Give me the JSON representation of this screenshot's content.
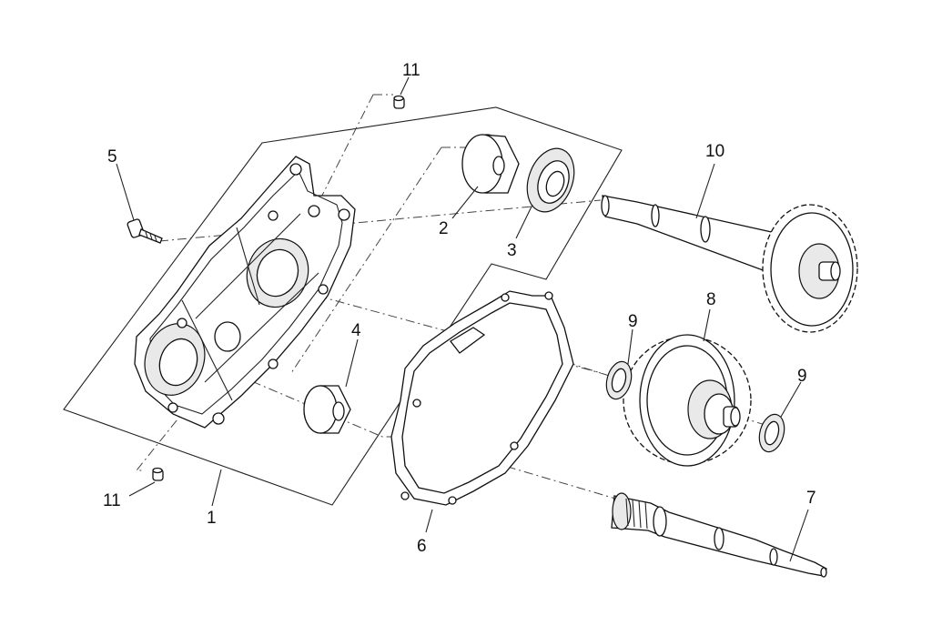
{
  "callouts": {
    "c1": "1",
    "c2": "2",
    "c3": "3",
    "c4": "4",
    "c5": "5",
    "c6": "6",
    "c7": "7",
    "c8": "8",
    "c9a": "9",
    "c9b": "9",
    "c10": "10",
    "c11a": "11",
    "c11b": "11"
  },
  "colors": {
    "line": "#111111",
    "background": "#ffffff",
    "shade": "#e9e9e9"
  }
}
